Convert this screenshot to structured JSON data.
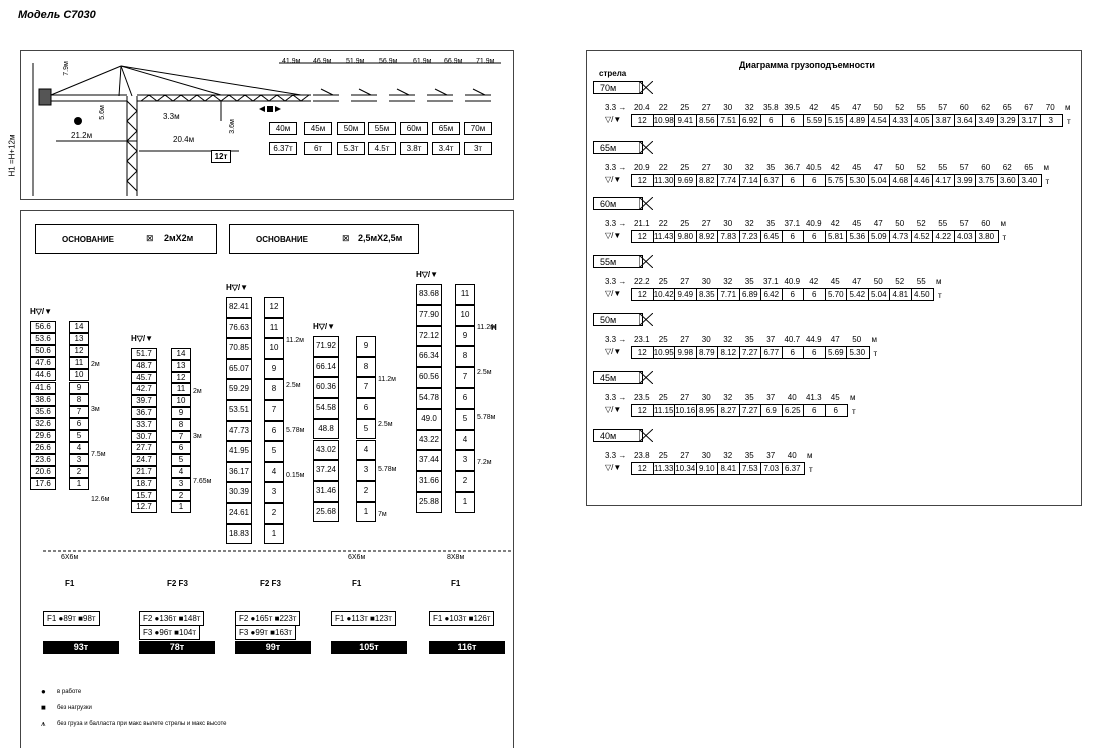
{
  "title": "Модель С7030",
  "crane": {
    "boom_markers": [
      "41.9м",
      "46.9м",
      "51.9м",
      "56.9м",
      "61.9м",
      "66.9м",
      "71.9м"
    ],
    "dims": {
      "top": "7.9м",
      "jib": "21.2м",
      "mid": "20.4м",
      "cab": "5.6м",
      "hook_gap": "3.3м",
      "hook_h": "3.6м",
      "h_label": "H1 =H+12м"
    },
    "boom_lengths": [
      "40м",
      "45м",
      "50м",
      "55м",
      "60м",
      "65м",
      "70м"
    ],
    "boom_loads": [
      "6.37т",
      "6т",
      "5.3т",
      "4.5т",
      "3.8т",
      "3.4т",
      "3т"
    ],
    "max_load": "12т"
  },
  "base": {
    "left": {
      "label": "ОСНОВАНИЕ",
      "icon": "⊠",
      "size": "2мХ2м"
    },
    "right": {
      "label": "ОСНОВАНИЕ",
      "icon": "⊠",
      "size": "2,5мХ2,5м"
    }
  },
  "towers": [
    {
      "header": "H▽/▼",
      "heights": [
        "56.6",
        "53.6",
        "50.6",
        "47.6",
        "44.6",
        "41.6",
        "38.6",
        "35.6",
        "32.6",
        "29.6",
        "26.6",
        "23.6",
        "20.6",
        "17.6"
      ],
      "segments": [
        "14",
        "13",
        "12",
        "11",
        "10",
        "9",
        "8",
        "7",
        "6",
        "5",
        "4",
        "3",
        "2",
        "1"
      ],
      "dims": [
        "2м",
        "3м",
        "7.5м",
        "12.6м"
      ],
      "base": "6X6м",
      "forces": "F1",
      "f_rows": [
        [
          "F1",
          "●89т",
          "■98т"
        ]
      ],
      "total": "93т"
    },
    {
      "header": "H▽/▼",
      "heights": [
        "51.7",
        "48.7",
        "45.7",
        "42.7",
        "39.7",
        "36.7",
        "33.7",
        "30.7",
        "27.7",
        "24.7",
        "21.7",
        "18.7",
        "15.7",
        "12.7"
      ],
      "segments": [
        "14",
        "13",
        "12",
        "11",
        "10",
        "9",
        "8",
        "7",
        "6",
        "5",
        "4",
        "3",
        "2",
        "1"
      ],
      "dims": [
        "2м",
        "3м",
        "7.65м"
      ],
      "base": "",
      "forces": "F2 F3",
      "f_rows": [
        [
          "F2",
          "●136т",
          "■148т"
        ],
        [
          "F3",
          "●96т",
          "■104т"
        ]
      ],
      "total": "78т"
    },
    {
      "header": "H▽/▼",
      "heights": [
        "82.41",
        "76.63",
        "70.85",
        "65.07",
        "59.29",
        "53.51",
        "47.73",
        "41.95",
        "36.17",
        "30.39",
        "24.61",
        "18.83"
      ],
      "segments": [
        "12",
        "11",
        "10",
        "9",
        "8",
        "7",
        "6",
        "5",
        "4",
        "3",
        "2",
        "1"
      ],
      "dims": [
        "11.2м",
        "2.5м",
        "5.78м",
        "0.15м"
      ],
      "base": "",
      "forces": "F2 F3",
      "f_rows": [
        [
          "F2",
          "●165т",
          "■223т"
        ],
        [
          "F3",
          "●99т",
          "■163т"
        ]
      ],
      "total": "99т"
    },
    {
      "header": "H▽/▼",
      "heights": [
        "71.92",
        "66.14",
        "60.36",
        "54.58",
        "48.8",
        "43.02",
        "37.24",
        "31.46",
        "25.68"
      ],
      "segments": [
        "9",
        "8",
        "7",
        "6",
        "5",
        "4",
        "3",
        "2",
        "1"
      ],
      "dims": [
        "11.2м",
        "2.5м",
        "5.78м",
        "7м"
      ],
      "base": "6X6м",
      "forces": "F1",
      "f_rows": [
        [
          "F1",
          "●113т",
          "■123т"
        ]
      ],
      "total": "105т"
    },
    {
      "header": "H▽/▼",
      "heights": [
        "83.68",
        "77.90",
        "72.12",
        "66.34",
        "60.56",
        "54.78",
        "49.0",
        "43.22",
        "37.44",
        "31.66",
        "25.88"
      ],
      "segments": [
        "11",
        "10",
        "9",
        "8",
        "7",
        "6",
        "5",
        "4",
        "3",
        "2",
        "1"
      ],
      "dims": [
        "11.2м",
        "2.5м",
        "5.78м",
        "7.2м"
      ],
      "base": "8X8м",
      "forces": "F1",
      "f_rows": [
        [
          "F1",
          "●103т",
          "■126т"
        ]
      ],
      "total": "116т",
      "h_label": "H"
    }
  ],
  "legend": [
    {
      "icon": "●",
      "text": "в работе"
    },
    {
      "icon": "■",
      "text": "без нагрузки"
    },
    {
      "icon": "⩚",
      "text": "без груза и балласта при макс вылете стрелы и макс высоте"
    }
  ],
  "chart_data": {
    "type": "table",
    "title": "Диаграмма грузоподъемности",
    "row_label": "стрела",
    "min_radius": "3.3",
    "units_radius": "м",
    "units_load": "т",
    "booms": [
      {
        "boom": "70м",
        "radius": [
          "20.4",
          "22",
          "25",
          "27",
          "30",
          "32",
          "35.8",
          "39.5",
          "42",
          "45",
          "47",
          "50",
          "52",
          "55",
          "57",
          "60",
          "62",
          "65",
          "67",
          "70"
        ],
        "load": [
          "12",
          "10.98",
          "9.41",
          "8.56",
          "7.51",
          "6.92",
          "6",
          "6",
          "5.59",
          "5.15",
          "4.89",
          "4.54",
          "4.33",
          "4.05",
          "3.87",
          "3.64",
          "3.49",
          "3.29",
          "3.17",
          "3"
        ]
      },
      {
        "boom": "65м",
        "radius": [
          "20.9",
          "22",
          "25",
          "27",
          "30",
          "32",
          "35",
          "36.7",
          "40.5",
          "42",
          "45",
          "47",
          "50",
          "52",
          "55",
          "57",
          "60",
          "62",
          "65"
        ],
        "load": [
          "12",
          "11.30",
          "9.69",
          "8.82",
          "7.74",
          "7.14",
          "6.37",
          "6",
          "6",
          "5.75",
          "5.30",
          "5.04",
          "4.68",
          "4.46",
          "4.17",
          "3.99",
          "3.75",
          "3.60",
          "3.40"
        ]
      },
      {
        "boom": "60м",
        "radius": [
          "21.1",
          "22",
          "25",
          "27",
          "30",
          "32",
          "35",
          "37.1",
          "40.9",
          "42",
          "45",
          "47",
          "50",
          "52",
          "55",
          "57",
          "60"
        ],
        "load": [
          "12",
          "11.43",
          "9.80",
          "8.92",
          "7.83",
          "7.23",
          "6.45",
          "6",
          "6",
          "5.81",
          "5.36",
          "5.09",
          "4.73",
          "4.52",
          "4.22",
          "4.03",
          "3.80"
        ]
      },
      {
        "boom": "55м",
        "radius": [
          "22.2",
          "25",
          "27",
          "30",
          "32",
          "35",
          "37.1",
          "40.9",
          "42",
          "45",
          "47",
          "50",
          "52",
          "55"
        ],
        "load": [
          "12",
          "10.42",
          "9.49",
          "8.35",
          "7.71",
          "6.89",
          "6.42",
          "6",
          "6",
          "5.70",
          "5.42",
          "5.04",
          "4.81",
          "4.50"
        ]
      },
      {
        "boom": "50м",
        "radius": [
          "23.1",
          "25",
          "27",
          "30",
          "32",
          "35",
          "37",
          "40.7",
          "44.9",
          "47",
          "50"
        ],
        "load": [
          "12",
          "10.95",
          "9.98",
          "8.79",
          "8.12",
          "7.27",
          "6.77",
          "6",
          "6",
          "5.69",
          "5.30"
        ]
      },
      {
        "boom": "45м",
        "radius": [
          "23.5",
          "25",
          "27",
          "30",
          "32",
          "35",
          "37",
          "40",
          "41.3",
          "45"
        ],
        "load": [
          "12",
          "11.15",
          "10.16",
          "8.95",
          "8.27",
          "7.27",
          "6.9",
          "6.25",
          "6",
          "6"
        ]
      },
      {
        "boom": "40м",
        "radius": [
          "23.8",
          "25",
          "27",
          "30",
          "32",
          "35",
          "37",
          "40"
        ],
        "load": [
          "12",
          "11.33",
          "10.34",
          "9.10",
          "8.41",
          "7.53",
          "7.03",
          "6.37"
        ]
      }
    ]
  }
}
